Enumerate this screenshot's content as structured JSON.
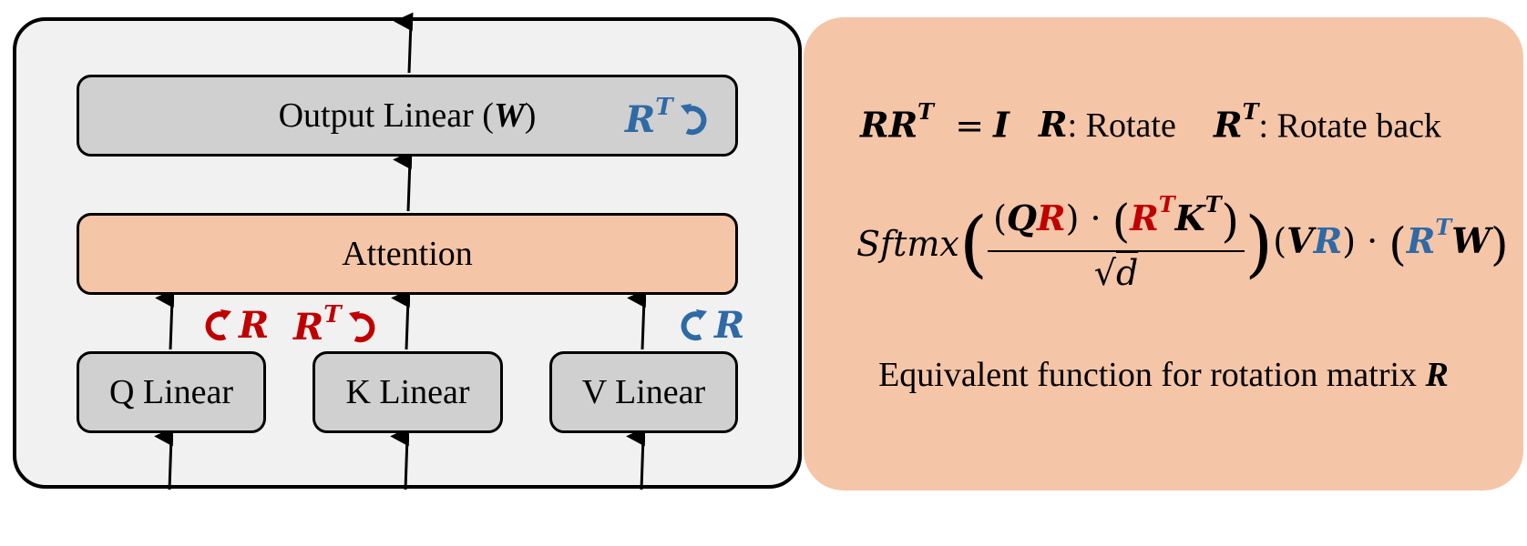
{
  "left_panel": {
    "output_box": {
      "label": "Output Linear (",
      "symbol": "W",
      "close": ")"
    },
    "attention_box": {
      "label": "Attention"
    },
    "q_box": {
      "label": "Q Linear"
    },
    "k_box": {
      "label": "K Linear"
    },
    "v_box": {
      "label": "V Linear"
    },
    "rotations": {
      "output": {
        "symbol": "R",
        "superscript": "T",
        "color": "#2e6aa6",
        "direction": "counter-clockwise"
      },
      "q": {
        "symbol": "R",
        "color": "#c00000",
        "direction": "clockwise"
      },
      "k": {
        "symbol": "R",
        "superscript": "T",
        "color": "#c00000",
        "direction": "counter-clockwise"
      },
      "v": {
        "symbol": "R",
        "color": "#2e6aa6",
        "direction": "clockwise"
      }
    }
  },
  "right_panel": {
    "identity": {
      "lhs": "RR",
      "sup": "T",
      "eq": "=",
      "rhs": "I"
    },
    "rotate": {
      "symbol": "R",
      "label": ": Rotate"
    },
    "rotate_back": {
      "symbol": "R",
      "sup": "T",
      "label": ": Rotate back"
    },
    "formula": {
      "fn": "Sftmx",
      "q": "Q",
      "r": "R",
      "rt_sup": "T",
      "k": "K",
      "kt_sup": "T",
      "dot": "·",
      "sqrt": "√",
      "d": "d",
      "v": "V",
      "w": "W"
    },
    "caption": {
      "text": "Equivalent function for rotation matrix ",
      "symbol": "R"
    }
  },
  "colors": {
    "red": "#c00000",
    "blue": "#2e6aa6",
    "salmon": "#f5c5a8",
    "gray": "#d0d0d0"
  }
}
